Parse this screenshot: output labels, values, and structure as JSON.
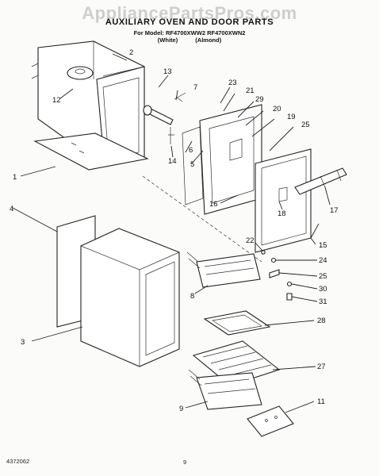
{
  "header": {
    "watermark": "AppliancePartsPros.com",
    "title": "AUXILIARY OVEN AND DOOR PARTS",
    "models": "For Model: RF4700XWW2 RF4700XWN2",
    "color_white": "(White)",
    "color_almond": "(Almond)"
  },
  "footer": {
    "doc_number": "4372062",
    "page_number": "9"
  },
  "callouts": {
    "c1": "1",
    "c2": "2",
    "c3": "3",
    "c4": "4",
    "c5": "5",
    "c6": "6",
    "c7": "7",
    "c8": "8",
    "c9": "9",
    "c11": "11",
    "c12": "12",
    "c13": "13",
    "c14": "14",
    "c15": "15",
    "c16": "16",
    "c17": "17",
    "c18": "18",
    "c19": "19",
    "c20": "20",
    "c21": "21",
    "c22": "22",
    "c23": "23",
    "c24": "24",
    "c25a": "25",
    "c25b": "25",
    "c27": "27",
    "c28": "28",
    "c29": "29",
    "c30": "30",
    "c31": "31"
  }
}
